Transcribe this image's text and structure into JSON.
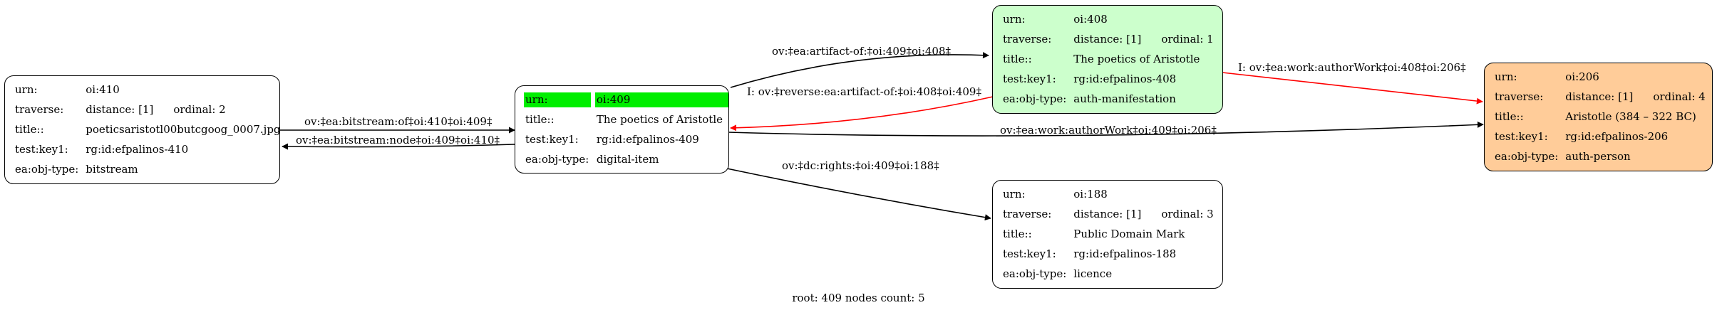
{
  "nodes": {
    "n410": {
      "urn": {
        "key": "urn:",
        "value": "oi:410"
      },
      "traverse": {
        "key": "traverse:",
        "distance": "distance: [1]",
        "ordinal": "ordinal: 2"
      },
      "title": {
        "key": "title::",
        "value": "poeticsaristotl00butcgoog_0007.jpg"
      },
      "testkey": {
        "key": "test:key1:",
        "value": "rg:id:efpalinos-410"
      },
      "objtype": {
        "key": "ea:obj-type:",
        "value": "bitstream"
      },
      "fill": "#ffffff"
    },
    "n409": {
      "urn": {
        "key": "urn:",
        "value": "oi:409"
      },
      "title": {
        "key": "title::",
        "value": "The poetics of Aristotle"
      },
      "testkey": {
        "key": "test:key1:",
        "value": "rg:id:efpalinos-409"
      },
      "objtype": {
        "key": "ea:obj-type:",
        "value": "digital-item"
      },
      "fill": "#ffffff",
      "highlight": "#00ee00"
    },
    "n408": {
      "urn": {
        "key": "urn:",
        "value": "oi:408"
      },
      "traverse": {
        "key": "traverse:",
        "distance": "distance: [1]",
        "ordinal": "ordinal: 1"
      },
      "title": {
        "key": "title::",
        "value": "The poetics of Aristotle"
      },
      "testkey": {
        "key": "test:key1:",
        "value": "rg:id:efpalinos-408"
      },
      "objtype": {
        "key": "ea:obj-type:",
        "value": "auth-manifestation"
      },
      "fill": "#ccffcc"
    },
    "n206": {
      "urn": {
        "key": "urn:",
        "value": "oi:206"
      },
      "traverse": {
        "key": "traverse:",
        "distance": "distance: [1]",
        "ordinal": "ordinal: 4"
      },
      "title": {
        "key": "title::",
        "value": "Aristotle (384 – 322 BC)"
      },
      "testkey": {
        "key": "test:key1:",
        "value": "rg:id:efpalinos-206"
      },
      "objtype": {
        "key": "ea:obj-type:",
        "value": "auth-person"
      },
      "fill": "#ffcc99"
    },
    "n188": {
      "urn": {
        "key": "urn:",
        "value": "oi:188"
      },
      "traverse": {
        "key": "traverse:",
        "distance": "distance: [1]",
        "ordinal": "ordinal: 3"
      },
      "title": {
        "key": "title::",
        "value": "Public Domain Mark"
      },
      "testkey": {
        "key": "test:key1:",
        "value": "rg:id:efpalinos-188"
      },
      "objtype": {
        "key": "ea:obj-type:",
        "value": "licence"
      },
      "fill": "#ffffff"
    }
  },
  "edges": {
    "e1": {
      "label": "ov:‡ea:bitstream:of‡oi:410‡oi:409‡",
      "from": "oi:410",
      "to": "oi:409",
      "color": "#000000"
    },
    "e2": {
      "label": "ov:‡ea:bitstream:node‡oi:409‡oi:410‡",
      "from": "oi:409",
      "to": "oi:410",
      "color": "#000000"
    },
    "e3": {
      "label": "ov:‡ea:artifact-of:‡oi:409‡oi:408‡",
      "from": "oi:409",
      "to": "oi:408",
      "color": "#000000"
    },
    "e4": {
      "label": "I: ov:‡reverse:ea:artifact-of:‡oi:408‡oi:409‡",
      "from": "oi:408",
      "to": "oi:409",
      "color": "#ff0000"
    },
    "e5": {
      "label": "I: ov:‡ea:work:authorWork‡oi:408‡oi:206‡",
      "from": "oi:408",
      "to": "oi:206",
      "color": "#ff0000"
    },
    "e6": {
      "label": "ov:‡ea:work:authorWork‡oi:409‡oi:206‡",
      "from": "oi:409",
      "to": "oi:206",
      "color": "#000000"
    },
    "e7": {
      "label": "ov:‡dc:rights:‡oi:409‡oi:188‡",
      "from": "oi:409",
      "to": "oi:188",
      "color": "#000000"
    }
  },
  "footer": {
    "root": "root: 409",
    "count": "nodes count: 5"
  }
}
